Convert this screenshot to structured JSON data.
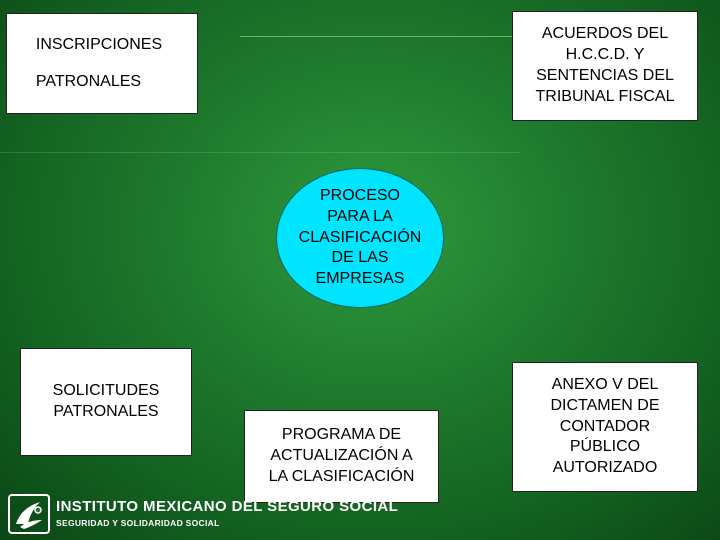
{
  "boxes": {
    "inscripciones": "INSCRIPCIONES\nPATRONALES",
    "acuerdos": "ACUERDOS DEL\nH.C.C.D. Y\nSENTENCIAS DEL\nTRIBUNAL FISCAL",
    "solicitudes": "SOLICITUDES\nPATRONALES",
    "programa": "PROGRAMA DE\nACTUALIZACIÓN A\nLA CLASIFICACIÓN",
    "anexo": "ANEXO V DEL\nDICTAMEN DE\nCONTADOR\nPÚBLICO\nAUTORIZADO"
  },
  "center": "PROCESO\nPARA LA\nCLASIFICACIÓN\nDE LAS\nEMPRESAS",
  "footer": {
    "institution": "INSTITUTO MEXICANO DEL SEGURO SOCIAL",
    "tagline": "SEGURIDAD Y SOLIDARIDAD SOCIAL",
    "logo_icon": "imss-eagle-logo"
  },
  "colors": {
    "background": "#1f7d2e",
    "center_fill": "#00e5ff",
    "box_fill": "#ffffff"
  }
}
